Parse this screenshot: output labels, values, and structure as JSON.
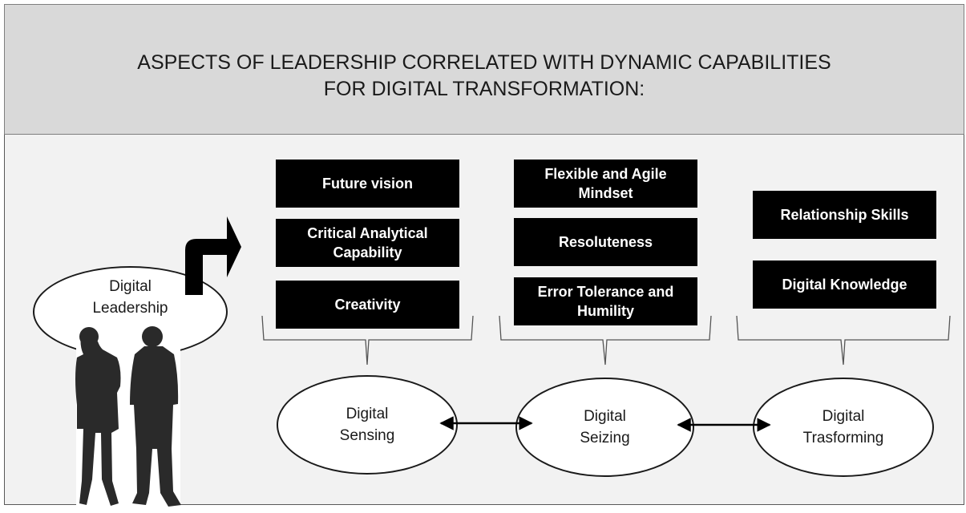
{
  "title": {
    "line1": "ASPECTS OF LEADERSHIP CORRELATED WITH DYNAMIC CAPABILITIES",
    "line2": "FOR DIGITAL TRANSFORMATION:"
  },
  "leadership": {
    "line1": "Digital",
    "line2": "Leadership"
  },
  "columns": [
    {
      "boxes": [
        {
          "line1": "Future vision",
          "line2": ""
        },
        {
          "line1": "Critical Analytical",
          "line2": "Capability"
        },
        {
          "line1": "Creativity",
          "line2": ""
        }
      ],
      "capability": {
        "line1": "Digital",
        "line2": "Sensing"
      }
    },
    {
      "boxes": [
        {
          "line1": "Flexible and Agile",
          "line2": "Mindset"
        },
        {
          "line1": "Resoluteness",
          "line2": ""
        },
        {
          "line1": "Error Tolerance and",
          "line2": "Humility"
        }
      ],
      "capability": {
        "line1": "Digital",
        "line2": "Seizing"
      }
    },
    {
      "boxes": [
        {
          "line1": "Relationship Skills",
          "line2": ""
        },
        {
          "line1": "Digital Knowledge",
          "line2": ""
        }
      ],
      "capability": {
        "line1": "Digital",
        "line2": "Trasforming"
      }
    }
  ],
  "colors": {
    "header_bg": "#d9d9d9",
    "panel_bg": "#f2f2f2",
    "box_bg": "#000000",
    "box_text": "#ffffff"
  },
  "icons": {
    "arrow": "curved-arrow-right-icon",
    "people": "business-people-silhouette-icon"
  }
}
